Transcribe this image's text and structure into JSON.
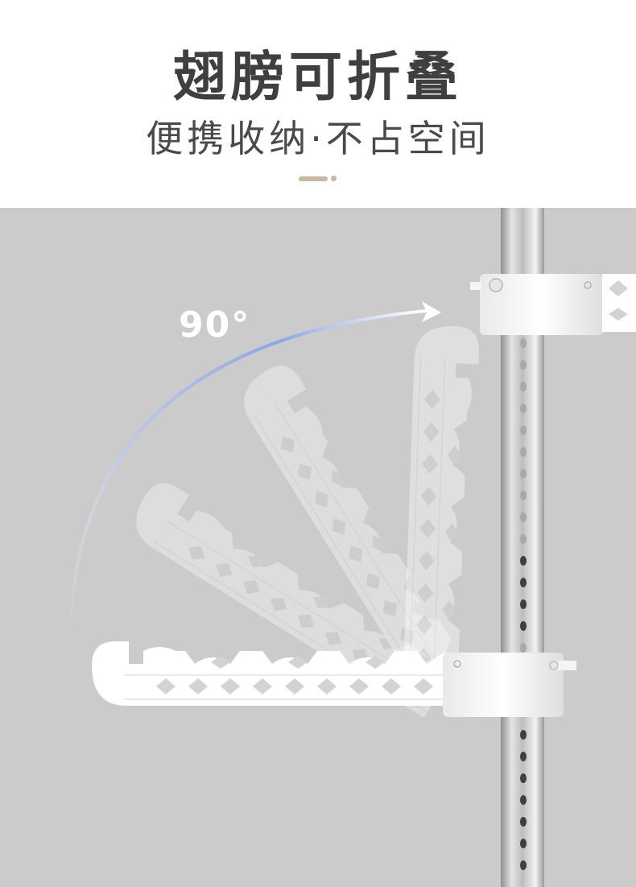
{
  "header": {
    "title": "翅膀可折叠",
    "subtitle": "便携收纳·不占空间"
  },
  "illustration": {
    "angle_label": "90°",
    "background_color": "#cbcbcb",
    "accent_color": "#c9b6a4"
  }
}
